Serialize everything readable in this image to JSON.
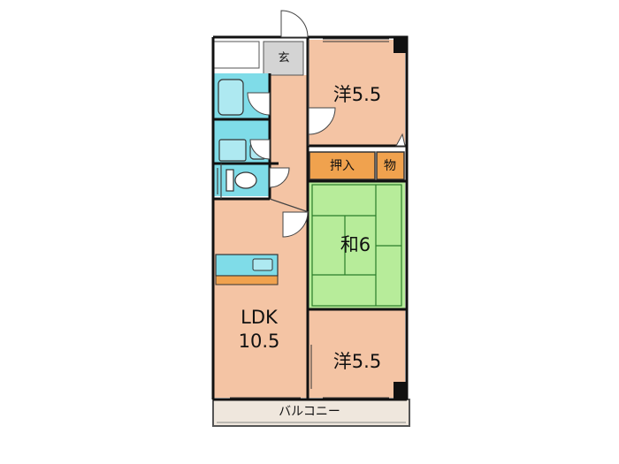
{
  "colors": {
    "room": "#f4c4a4",
    "tatami": "#b7ec9a",
    "tatami_line": "#2a7d2a",
    "wet": "#7fdce8",
    "storage": "#f0a24e",
    "entry": "#d4d4d4",
    "balcony": "#efe7dd",
    "wall": "#111111"
  },
  "rooms": {
    "entrance": "玄",
    "western_north": "洋5.5",
    "closet": "押入",
    "storage": "物",
    "japanese": "和6",
    "ldk_line1": "LDK",
    "ldk_line2": "10.5",
    "western_south": "洋5.5",
    "balcony": "バルコニー"
  }
}
